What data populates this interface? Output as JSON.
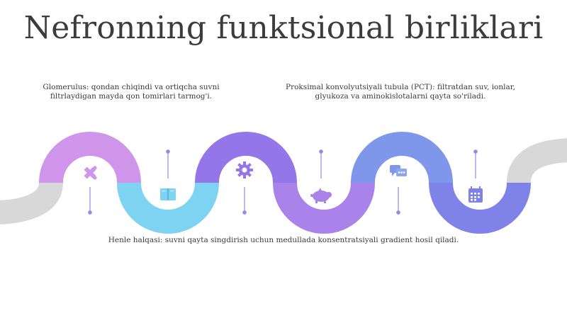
{
  "page": {
    "title": "Nefronning funktsional birliklari"
  },
  "captions": [
    {
      "text": "Glomerulus: qondan chiqindi va ortiqcha suvni filtrlaydigan mayda qon tomirlari tarmog'i."
    },
    {
      "text": "Proksimal konvolyutsiyali tubula (PCT): filtratdan suv, ionlar, glyukoza va aminokislotalarni qayta so'riladi."
    },
    {
      "text": "Henle halqasi: suvni qayta singdirish uchun medullada konsentratsiyali gradient hosil qiladi."
    }
  ],
  "icons": [
    "puzzle-icon",
    "book-icon",
    "gear-icon",
    "piggy-bank-icon",
    "chat-icon",
    "calendar-icon"
  ],
  "colors": {
    "gray": "#d8d8d8",
    "violet_light": "#cf95ea",
    "cyan": "#7ed3f3",
    "purple": "#9576e8",
    "lavender": "#a982ea",
    "periwinkle": "#7f97ea",
    "indigo": "#7f83e8",
    "marker": "#9a86e6"
  }
}
